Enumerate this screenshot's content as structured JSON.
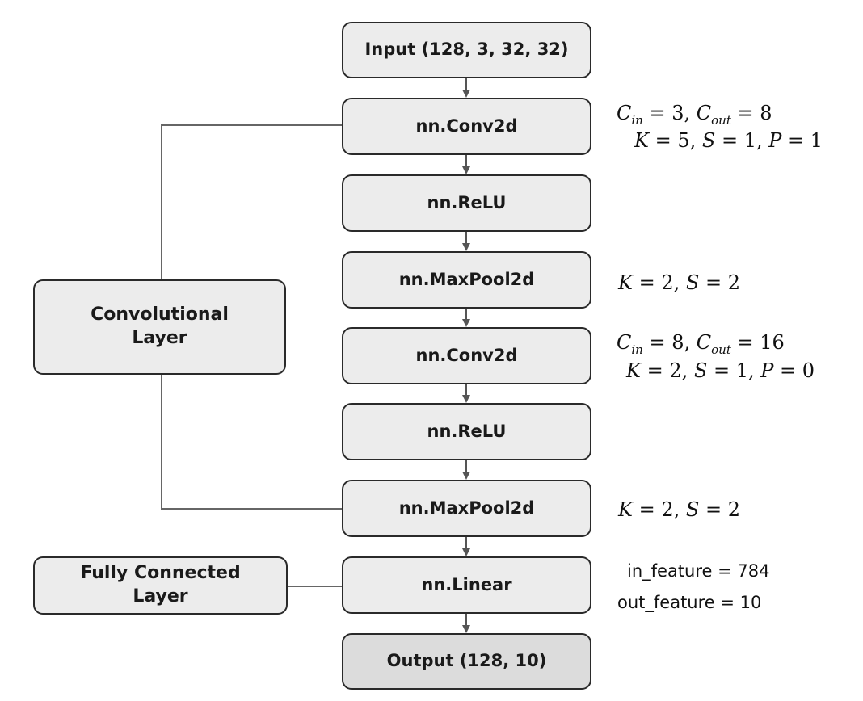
{
  "nodes": {
    "input": "Input (128, 3, 32, 32)",
    "conv1": "nn.Conv2d",
    "relu1": "nn.ReLU",
    "pool1": "nn.MaxPool2d",
    "conv2": "nn.Conv2d",
    "relu2": "nn.ReLU",
    "pool2": "nn.MaxPool2d",
    "linear": "nn.Linear",
    "output": "Output (128, 10)"
  },
  "groups": {
    "conv_line1": "Convolutional",
    "conv_line2": "Layer",
    "fc_line1": "Fully Connected",
    "fc_line2": "Layer"
  },
  "params": {
    "conv1": {
      "line1": {
        "a_sym": "C",
        "a_sub": "in",
        "a_val": "3",
        "b_sym": "C",
        "b_sub": "out",
        "b_val": "8"
      },
      "line2": {
        "k": "5",
        "s": "1",
        "p": "1"
      }
    },
    "pool1": {
      "k": "2",
      "s": "2"
    },
    "conv2": {
      "line1": {
        "a_sym": "C",
        "a_sub": "in",
        "a_val": "8",
        "b_sym": "C",
        "b_sub": "out",
        "b_val": "16"
      },
      "line2": {
        "k": "2",
        "s": "1",
        "p": "0"
      }
    },
    "pool2": {
      "k": "2",
      "s": "2"
    },
    "linear": {
      "in_label": "in_feature",
      "in_value": "784",
      "out_label": "out_feature",
      "out_value": "10"
    }
  }
}
